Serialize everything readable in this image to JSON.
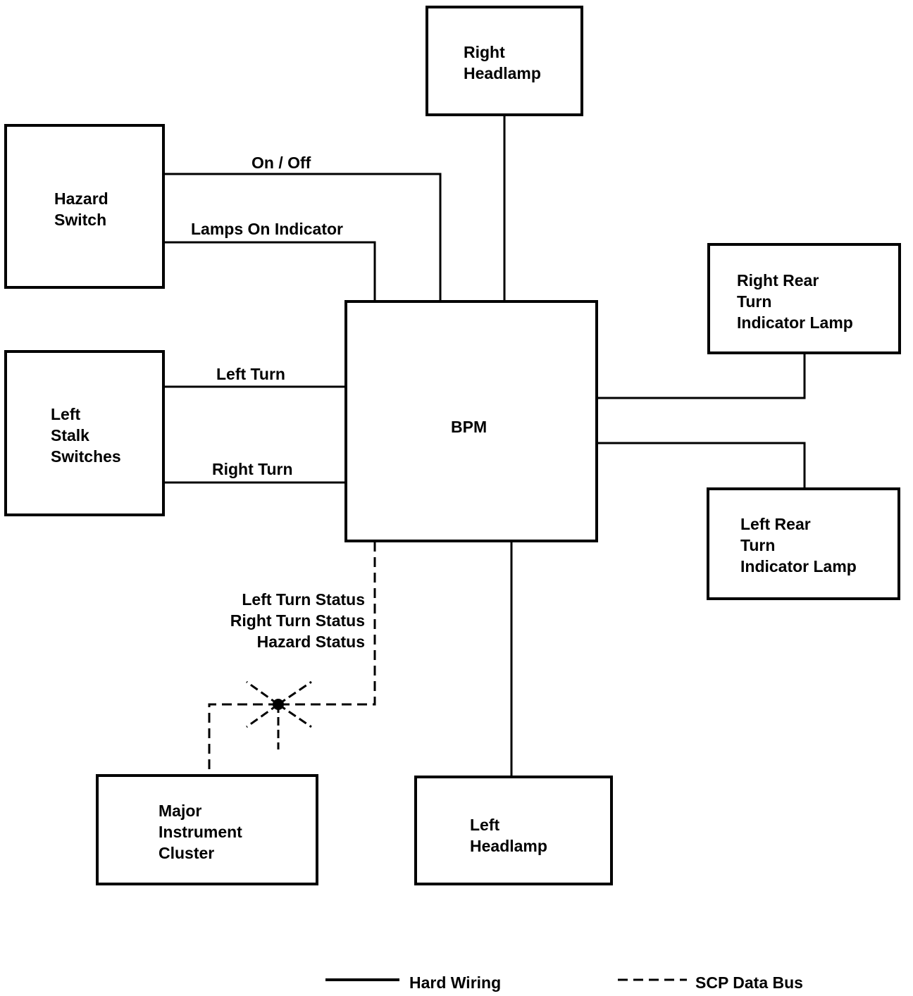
{
  "blocks": {
    "right_headlamp": [
      "Right",
      "Headlamp"
    ],
    "hazard_switch": [
      "Hazard",
      "Switch"
    ],
    "left_stalk": [
      "Left",
      "Stalk",
      "Switches"
    ],
    "bpm": "BPM",
    "right_rear_turn": [
      "Right Rear",
      "Turn",
      "Indicator Lamp"
    ],
    "left_rear_turn": [
      "Left Rear",
      "Turn",
      "Indicator Lamp"
    ],
    "major_cluster": [
      "Major",
      "Instrument",
      "Cluster"
    ],
    "left_headlamp": [
      "Left",
      "Headlamp"
    ]
  },
  "signals": {
    "on_off": "On / Off",
    "lamps_on_indicator": "Lamps On Indicator",
    "left_turn": "Left Turn",
    "right_turn": "Right Turn",
    "bus_messages": [
      "Left Turn Status",
      "Right Turn Status",
      "Hazard Status"
    ]
  },
  "legend": {
    "hard_wiring": "Hard Wiring",
    "scp_data_bus": "SCP Data Bus"
  },
  "colors": {
    "line": "#000000",
    "background": "#ffffff"
  }
}
